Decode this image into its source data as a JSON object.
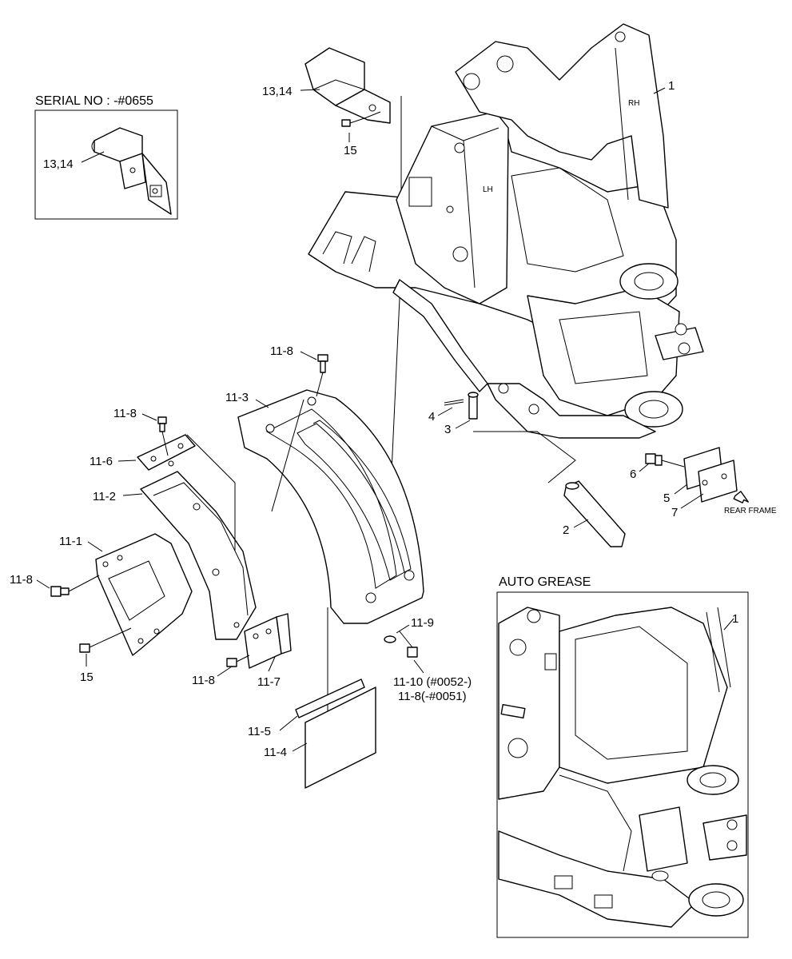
{
  "insets": {
    "serial": {
      "title": "SERIAL NO : -#0655",
      "callout": "13,14"
    },
    "auto_grease": {
      "title": "AUTO GREASE",
      "callout": "1"
    }
  },
  "callouts": {
    "c1": "1",
    "c2": "2",
    "c3": "3",
    "c4": "4",
    "c5": "5",
    "c6": "6",
    "c7": "7",
    "c13_14": "13,14",
    "c15_top": "15",
    "c15_bottom": "15",
    "c11_1": "11-1",
    "c11_2": "11-2",
    "c11_3": "11-3",
    "c11_4": "11-4",
    "c11_5": "11-5",
    "c11_6": "11-6",
    "c11_7": "11-7",
    "c11_8_top": "11-8",
    "c11_8_mid": "11-8",
    "c11_8_left": "11-8",
    "c11_8_bottom": "11-8",
    "c11_9": "11-9",
    "c11_10": "11-10 (#0052-)",
    "c11_8_serial": "11-8(-#0051)"
  },
  "frame_marks": {
    "rh": "RH",
    "lh": "LH"
  },
  "arrow_label": "REAR FRAME"
}
